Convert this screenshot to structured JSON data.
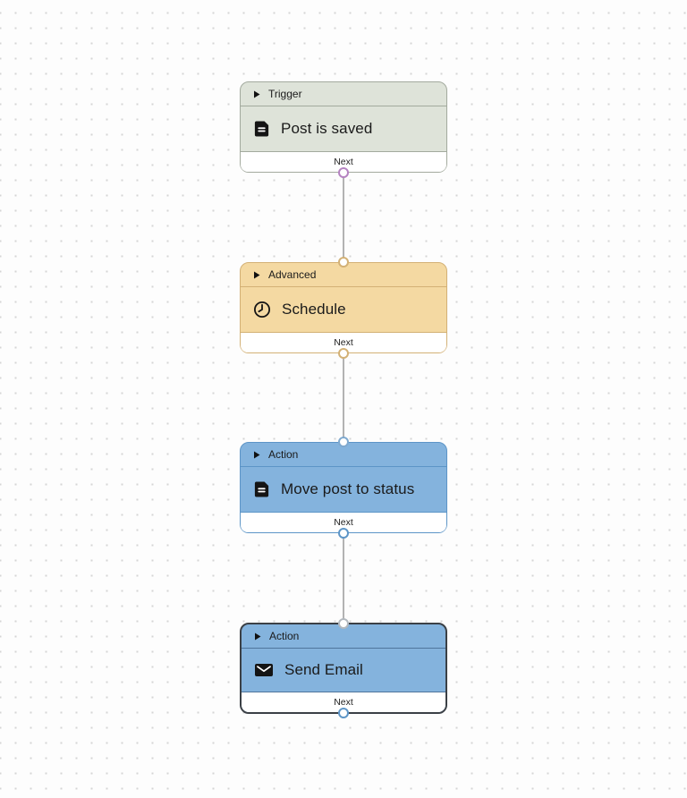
{
  "canvas": {
    "background": "#fdfdfd",
    "dot_color": "#d5d5d5",
    "edge_color": "#b3b3b3",
    "selected_border_color": "#3b4046"
  },
  "nodes": [
    {
      "header": {
        "label": "Trigger",
        "collapse_icon": "triangle-right-icon"
      },
      "title": "Post is saved",
      "icon": "document-icon",
      "footer": {
        "label": "Next"
      },
      "selected": false,
      "has_input_handle": false,
      "has_output_handle": true,
      "colors": {
        "fill": "#dee3d9",
        "border": "#a3aa9e",
        "divider": "#a3aa9e",
        "input_handle": "",
        "output_handle": "#b583c1"
      }
    },
    {
      "header": {
        "label": "Advanced",
        "collapse_icon": "triangle-right-icon"
      },
      "title": "Schedule",
      "icon": "clock-icon",
      "footer": {
        "label": "Next"
      },
      "selected": false,
      "has_input_handle": true,
      "has_output_handle": true,
      "colors": {
        "fill": "#f4d9a2",
        "border": "#d3b176",
        "divider": "#d3b176",
        "input_handle": "#d3b176",
        "output_handle": "#d3b176"
      }
    },
    {
      "header": {
        "label": "Action",
        "collapse_icon": "triangle-right-icon"
      },
      "title": "Move post to status",
      "icon": "document-icon",
      "footer": {
        "label": "Next"
      },
      "selected": false,
      "has_input_handle": true,
      "has_output_handle": true,
      "colors": {
        "fill": "#84b3dd",
        "border": "#5d95c7",
        "divider": "#5d95c7",
        "input_handle": "#7fa9cf",
        "output_handle": "#5d95c7"
      }
    },
    {
      "header": {
        "label": "Action",
        "collapse_icon": "triangle-right-icon"
      },
      "title": "Send Email",
      "icon": "envelope-icon",
      "footer": {
        "label": "Next"
      },
      "selected": true,
      "has_input_handle": true,
      "has_output_handle": true,
      "colors": {
        "fill": "#84b3dd",
        "border": "#3b4046",
        "divider": "#4f759c",
        "input_handle": "#b2b8be",
        "output_handle": "#5d95c7"
      }
    }
  ]
}
